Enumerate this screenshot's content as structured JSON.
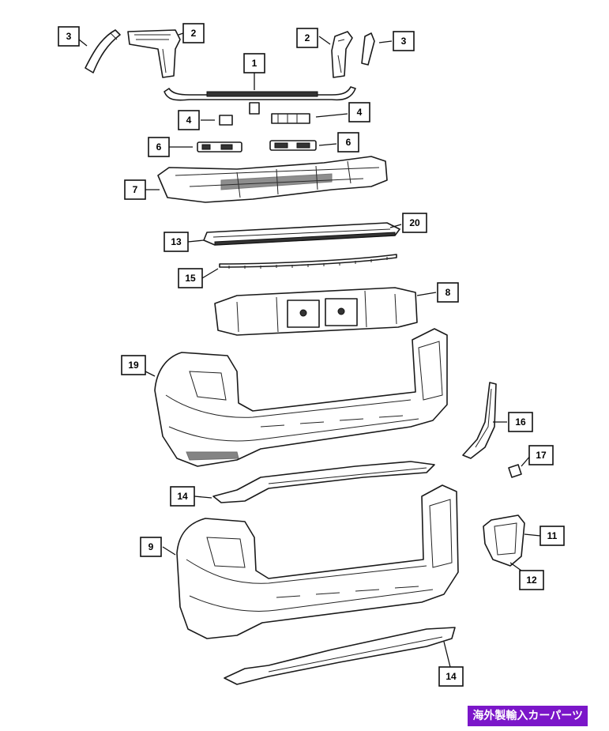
{
  "callouts": {
    "c3_left": "3",
    "c2_left": "2",
    "c1": "1",
    "c2_right": "2",
    "c3_right": "3",
    "c4_left": "4",
    "c4_right": "4",
    "c6_left": "6",
    "c6_right": "6",
    "c7": "7",
    "c13": "13",
    "c20": "20",
    "c15": "15",
    "c8": "8",
    "c19": "19",
    "c16": "16",
    "c17": "17",
    "c14_upper": "14",
    "c9": "9",
    "c11": "11",
    "c12": "12",
    "c14_lower": "14"
  },
  "watermark": {
    "text": "海外製輸入カーパーツ",
    "color": "#7b16c9"
  }
}
